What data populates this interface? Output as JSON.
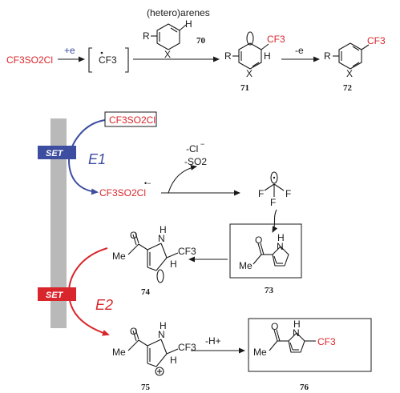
{
  "top_row": {
    "reagent": "CF3SO2Cl",
    "reduction": "+e",
    "radical": "CF3",
    "substrate_label": "(hetero)arenes",
    "substrate_number": "70",
    "ring_r": "R",
    "ring_x": "X",
    "ring_h": "H",
    "ring_cf3": "CF3",
    "oxidation": "-e",
    "intermediate_number": "71",
    "product_number": "72"
  },
  "mechanism": {
    "set1_label": "SET",
    "step1_label": "E1",
    "reagent": "CF3SO2Cl",
    "radical_anion": "CF3SO2Cl",
    "loss_chloride": "-Cl",
    "loss_so2": "-SO2",
    "radical_f1": "F",
    "radical_f2": "F",
    "radical_f3": "F",
    "pyrrole_me": "Me",
    "pyrrole_nh": "H",
    "pyrrole_n": "N",
    "pyrrole_number": "73",
    "radical_adduct_number": "74",
    "adduct_nh": "H",
    "adduct_n": "N",
    "adduct_cf3": "CF3",
    "adduct_h": "H",
    "set2_label": "SET",
    "step2_label": "E2",
    "cation_me": "Me",
    "cation_nh": "H",
    "cation_n": "N",
    "cation_cf3": "CF3",
    "cation_h": "H",
    "cation_number": "75",
    "deprotonation": "-H+",
    "product_me": "Me",
    "product_nh": "H",
    "product_n": "N",
    "product_cf3": "CF3",
    "product_number": "76"
  },
  "colors": {
    "red": "#d8262c",
    "blue": "#3d4da0",
    "bar_gray": "#b9b9b9",
    "ink": "#1a1a1a"
  }
}
